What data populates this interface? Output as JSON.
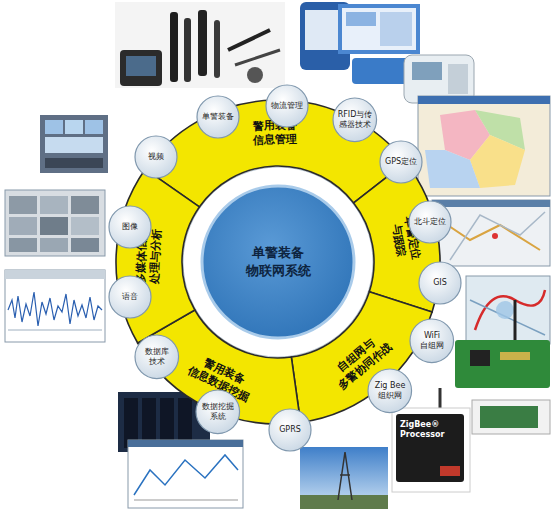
{
  "diagram": {
    "nodes": [
      {
        "text": [
          "单警装备 物联网系统"
        ]
      },
      {
        "text": [
          "警用装备 信息管理"
        ]
      },
      {
        "text": [
          "单警定位 与跟踪"
        ]
      },
      {
        "text": [
          "自组网与 多警协同作战"
        ]
      },
      {
        "text": [
          "警用装备 信息数据挖掘"
        ]
      },
      {
        "text": [
          "多媒体信息 处理与分析"
        ]
      },
      {
        "text": [
          "单警装备"
        ]
      },
      {
        "text": [
          "物流管理"
        ]
      },
      {
        "text": [
          "RFID与传感器技术"
        ]
      },
      {
        "text": [
          "GPS定位"
        ]
      },
      {
        "text": [
          "北斗定位"
        ]
      },
      {
        "text": [
          "GIS"
        ]
      },
      {
        "text": [
          "WiFi 自组网"
        ]
      },
      {
        "text": [
          "Zig Bee 组织网"
        ]
      },
      {
        "text": [
          "GPRS"
        ]
      },
      {
        "text": [
          "数据挖掘 系统"
        ]
      },
      {
        "text": [
          "数据库 技术"
        ]
      },
      {
        "text": [
          "语音"
        ]
      },
      {
        "text": [
          "图像"
        ]
      },
      {
        "text": [
          "视频"
        ]
      }
    ],
    "labels": [
      "ZigBee® Processor"
    ]
  }
}
